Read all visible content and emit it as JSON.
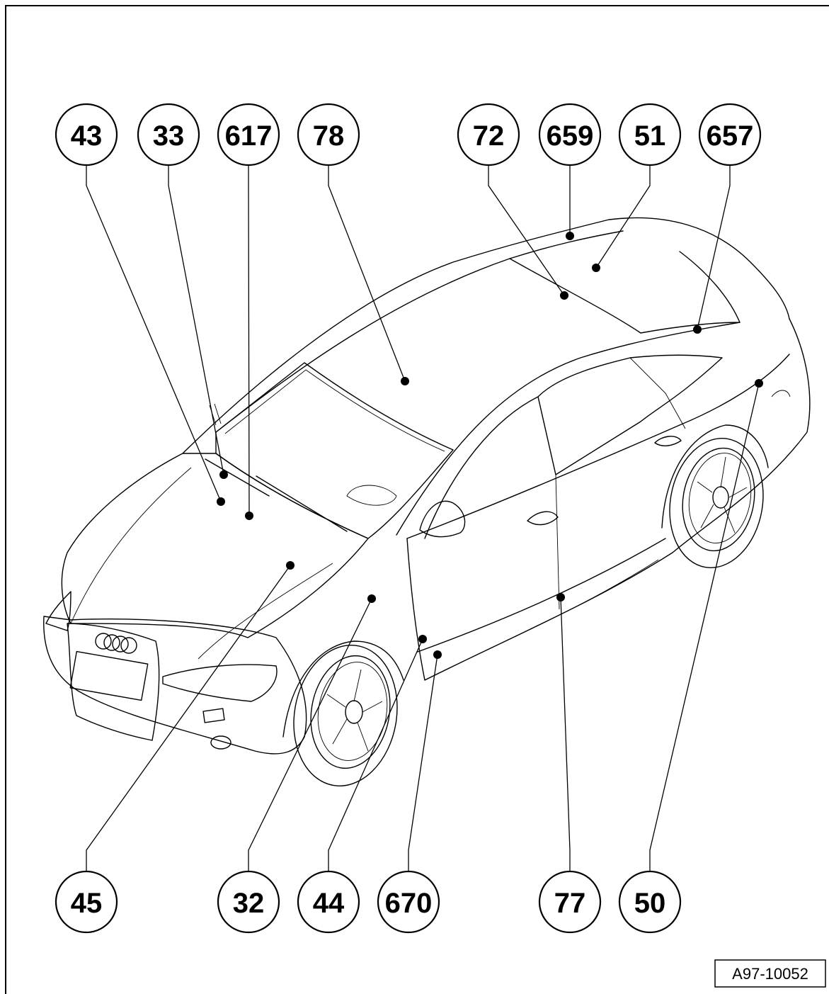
{
  "callouts_top": [
    "43",
    "33",
    "617",
    "78",
    "72",
    "659",
    "51",
    "657"
  ],
  "callouts_bottom": [
    "45",
    "32",
    "44",
    "670",
    "77",
    "50"
  ],
  "figure_reference": "A97-10052"
}
